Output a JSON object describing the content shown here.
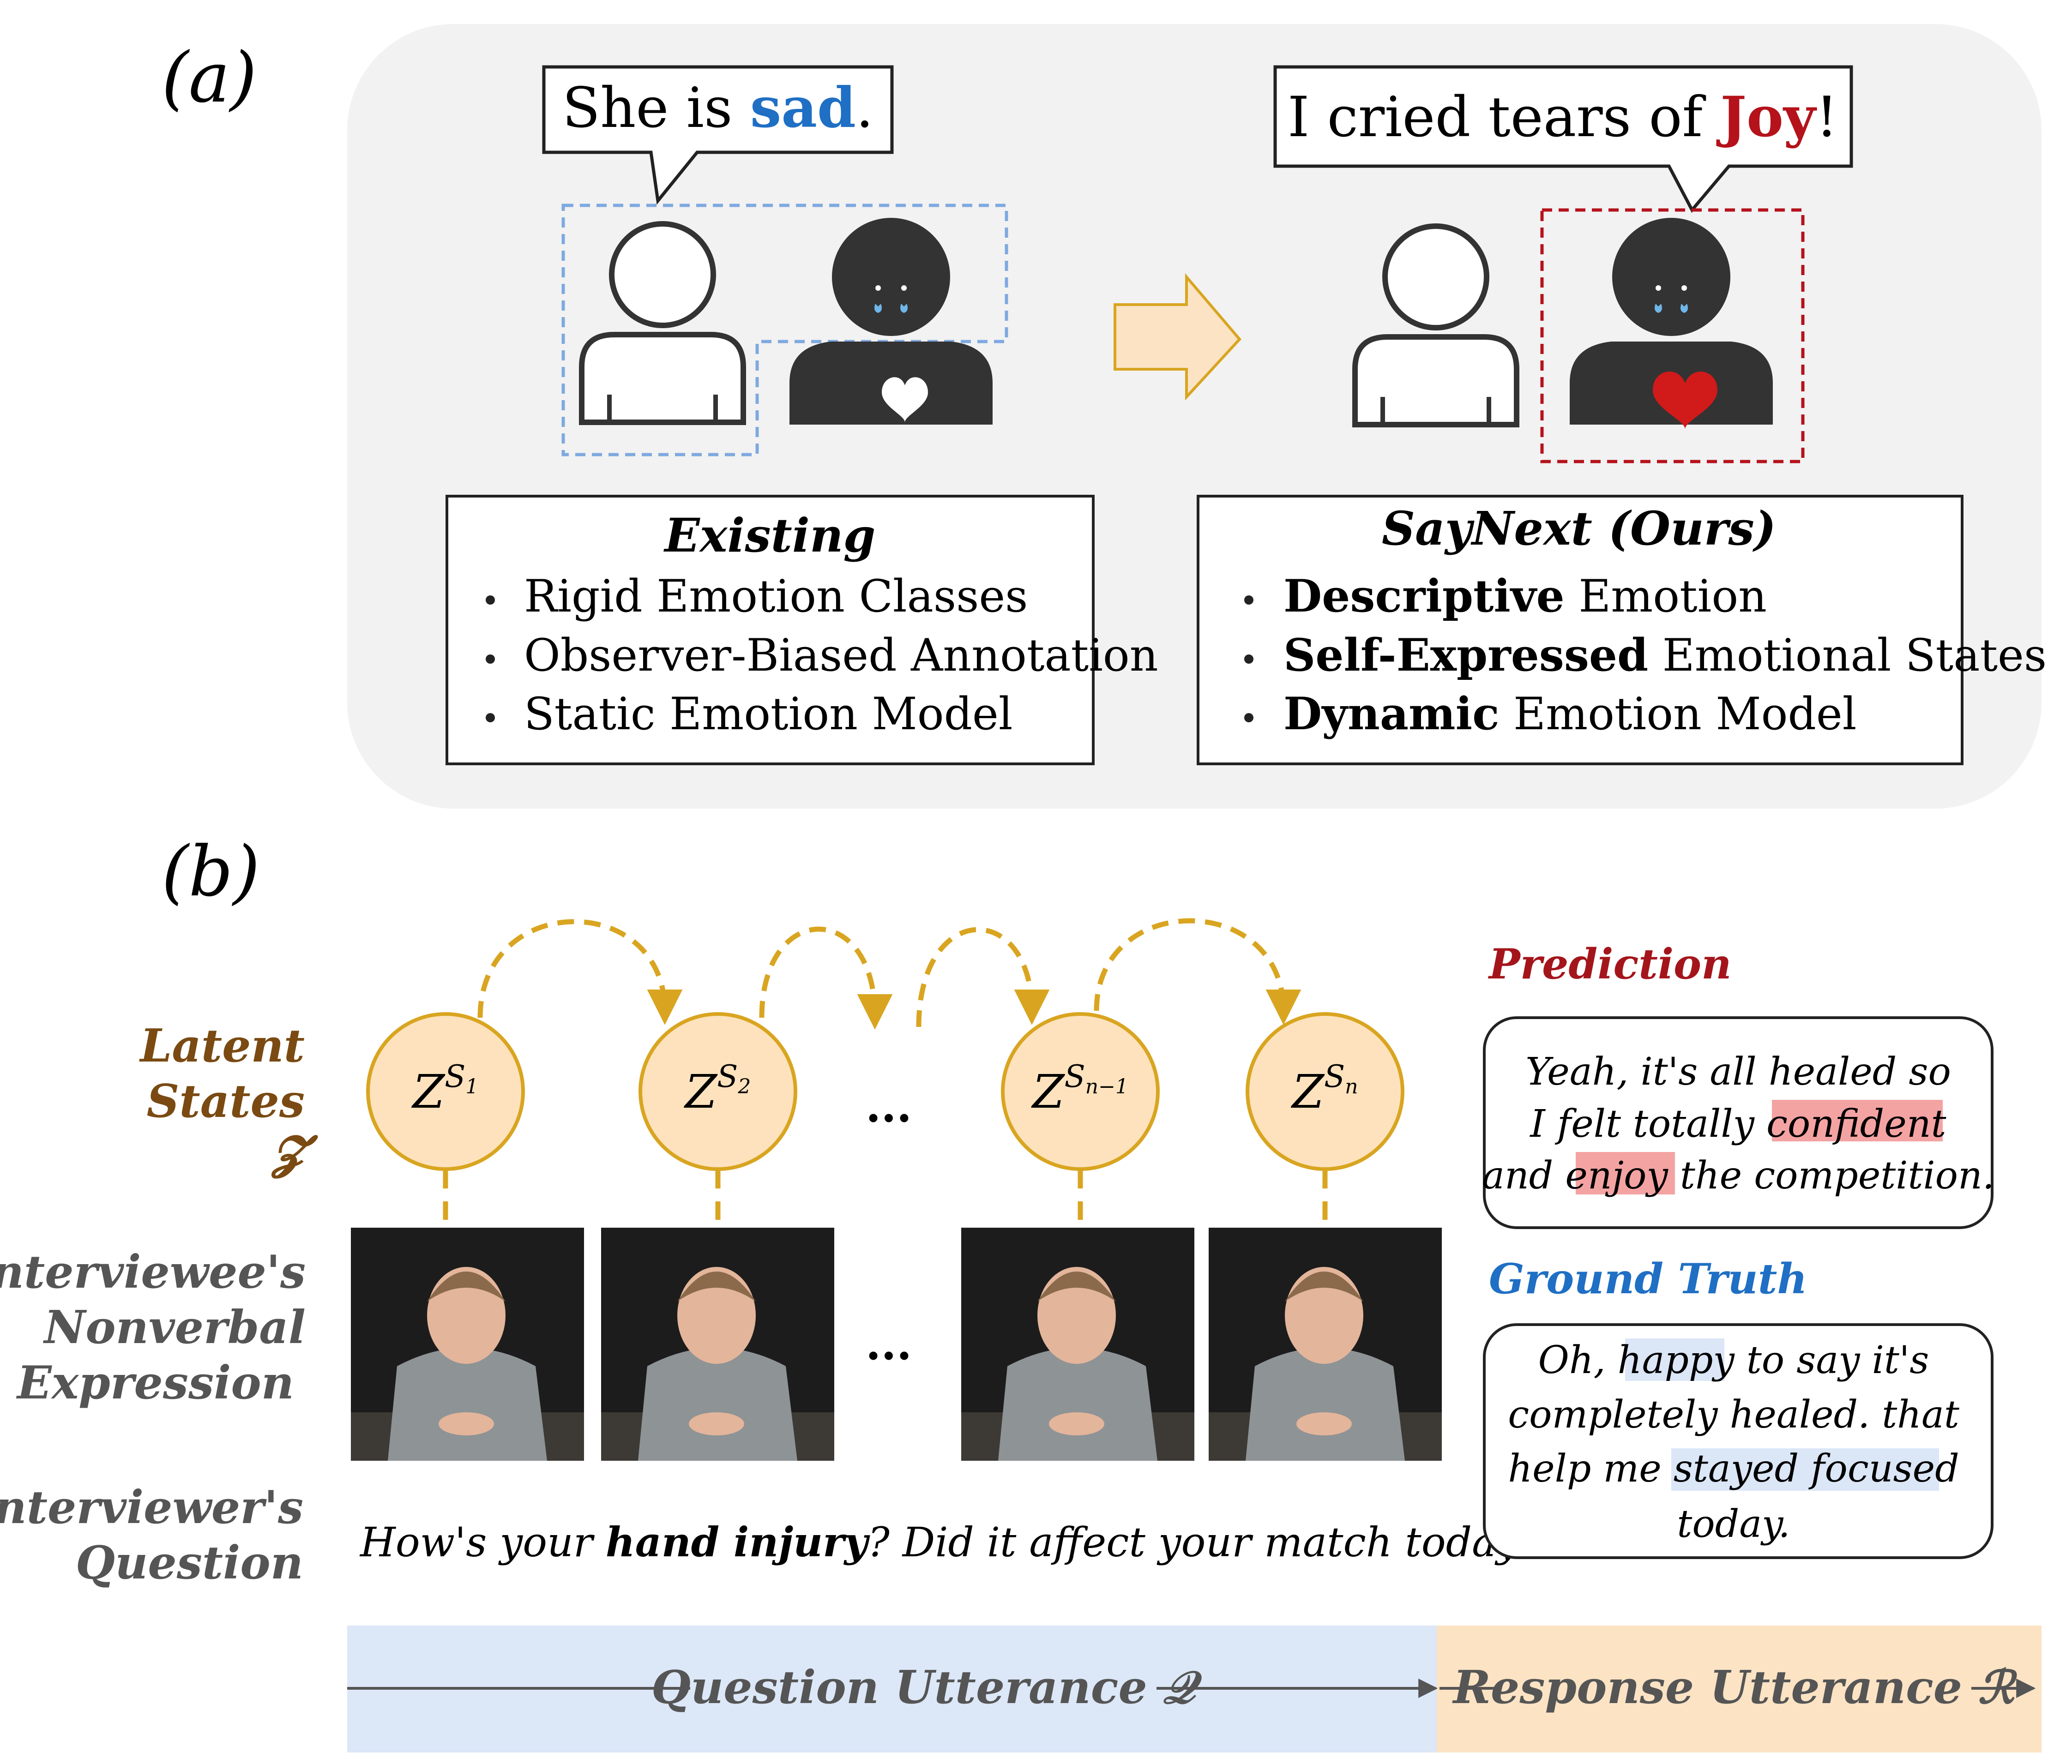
{
  "panel_a": {
    "label": "(a)",
    "left_bubble": {
      "prefix": "She is ",
      "emotion": "sad",
      "suffix": "."
    },
    "right_bubble": {
      "prefix": "I cried tears of ",
      "emotion": "Joy",
      "suffix": "!"
    },
    "existing": {
      "title": "Existing",
      "items": [
        "Rigid Emotion Classes",
        "Observer-Biased Annotation",
        "Static Emotion Model"
      ]
    },
    "ours": {
      "title": "SayNext (Ours)",
      "items": [
        {
          "bold": "Descriptive",
          "rest": " Emotion"
        },
        {
          "bold": "Self-Expressed",
          "rest": " Emotional States"
        },
        {
          "bold": "Dynamic",
          "rest": " Emotion Model"
        }
      ]
    },
    "colors": {
      "sad": "#1f6fc4",
      "joy": "#b5121b",
      "arrow_fill": "#fbe3c4",
      "arrow_stroke": "#d9a520",
      "panel_bg": "#f2f2f2",
      "dashed_blue": "#7ea9e0",
      "dashed_red": "#b5121b"
    }
  },
  "panel_b": {
    "label": "(b)",
    "row_labels": {
      "latent": [
        "Latent",
        "States",
        "𝓩"
      ],
      "nonverbal": [
        "Interviewee's",
        "Nonverbal",
        "Expression"
      ],
      "question": [
        "Interviewer's",
        "Question"
      ]
    },
    "states": [
      {
        "base": "Z",
        "sup": "S",
        "sub": "1"
      },
      {
        "base": "Z",
        "sup": "S",
        "sub": "2"
      },
      {
        "base": "Z",
        "sup": "S",
        "sub": "n−1"
      },
      {
        "base": "Z",
        "sup": "S",
        "sub": "n"
      }
    ],
    "ellipsis": "...",
    "question": {
      "pre": "How's your ",
      "bold": "hand injury",
      "post": "? Did it affect your match today?"
    },
    "prediction": {
      "title": "Prediction",
      "lines": [
        [
          {
            "t": "Yeah, it's all healed so"
          }
        ],
        [
          {
            "t": "I felt totally "
          },
          {
            "t": "confident",
            "hl": true
          }
        ],
        [
          {
            "t": "and "
          },
          {
            "t": "enjoy",
            "hl": true
          },
          {
            "t": " the competition."
          }
        ]
      ]
    },
    "ground_truth": {
      "title": "Ground Truth",
      "lines": [
        [
          {
            "t": "Oh, "
          },
          {
            "t": "happy",
            "hl": true
          },
          {
            "t": " to say it's"
          }
        ],
        [
          {
            "t": "completely healed. that"
          }
        ],
        [
          {
            "t": "help me "
          },
          {
            "t": "stayed focused",
            "hl": true
          }
        ],
        [
          {
            "t": "today."
          }
        ]
      ]
    },
    "timeline": {
      "question": "Question Utterance 𝒬",
      "response": "Response Utterance ℛ"
    },
    "colors": {
      "state_fill": "#fde2bd",
      "state_stroke": "#d9a520",
      "dashed_arrow": "#d9a520",
      "latent_label": "#7a4a12",
      "gray_label": "#555555",
      "prediction_title": "#a4151b",
      "truth_title": "#1f6fc4",
      "pred_highlight": "#f4a3a3",
      "truth_highlight": "#dbe6f7",
      "timeline_q": "#dce7f7",
      "timeline_r": "#fbe3c4"
    }
  }
}
